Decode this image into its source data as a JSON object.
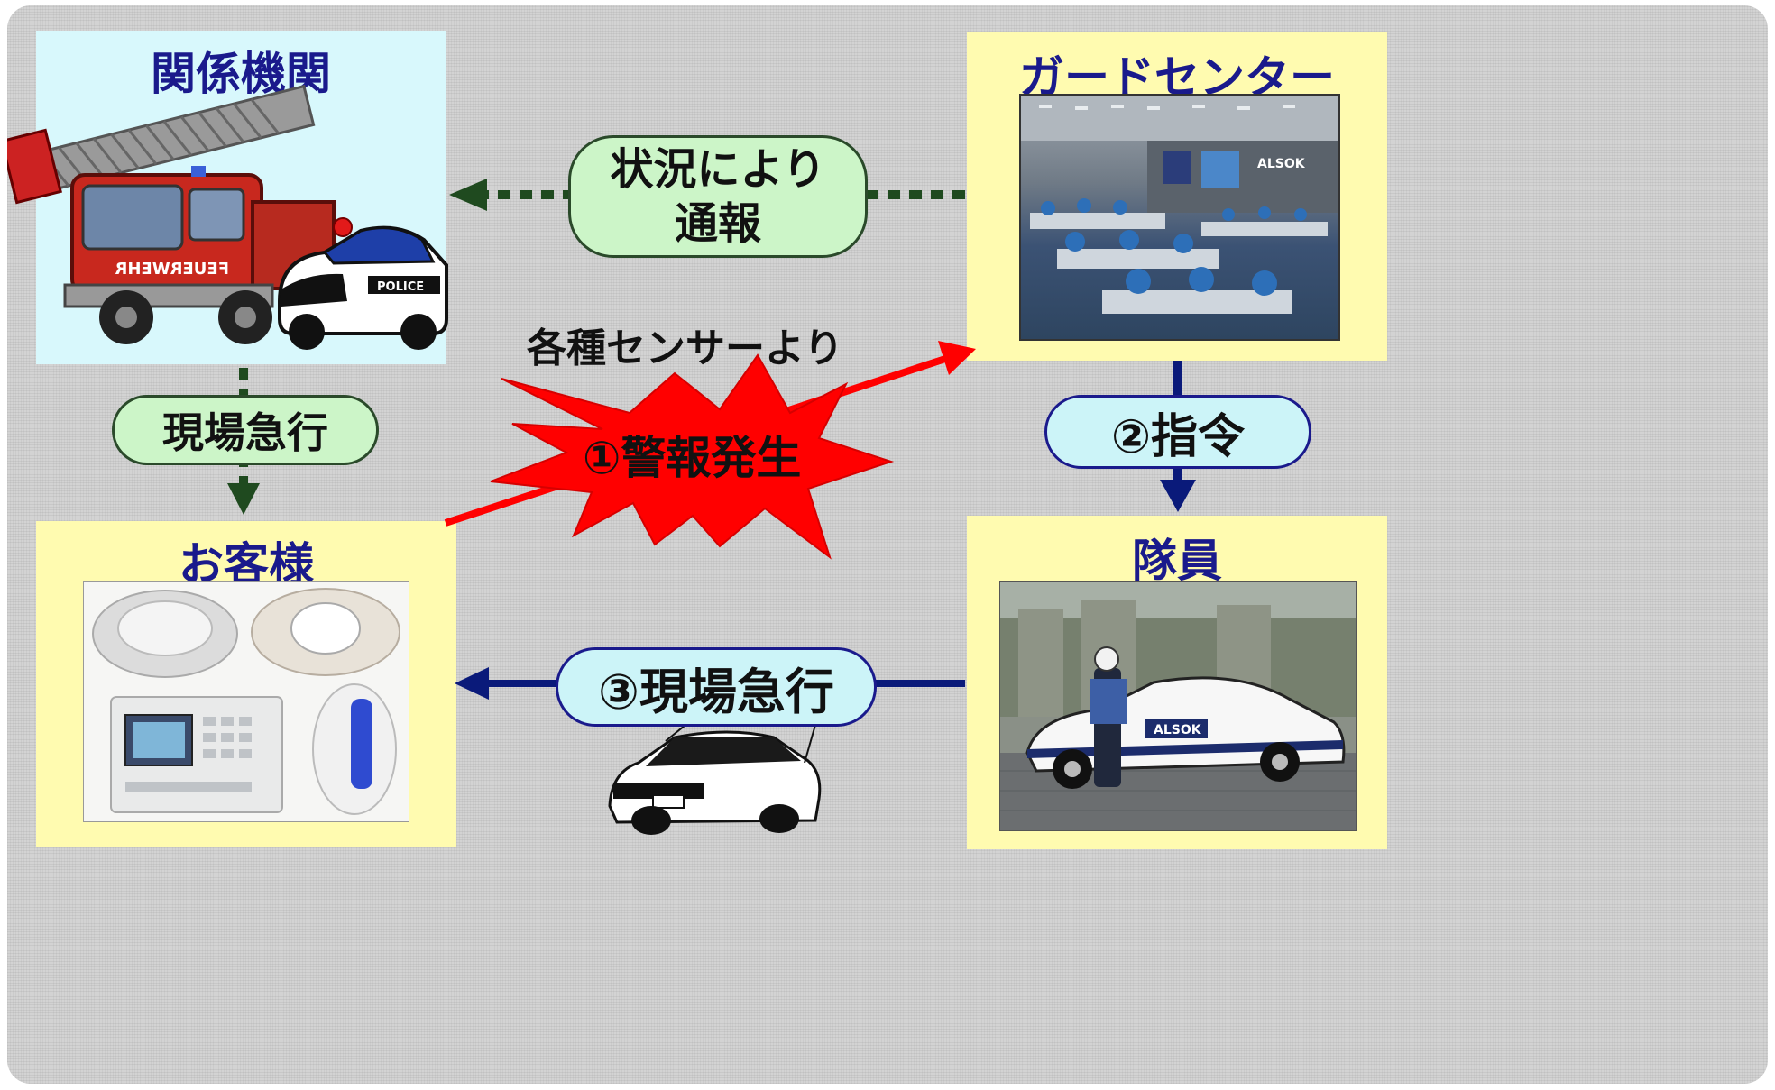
{
  "nodes": {
    "kankei_kikan": {
      "title": "関係機関"
    },
    "guard_center": {
      "title": "ガードセンター"
    },
    "okyakusama": {
      "title": "お客様"
    },
    "taiin": {
      "title": "隊員"
    }
  },
  "labels": {
    "notify": [
      "状況により",
      "通報"
    ],
    "rush_related": "現場急行",
    "sensor": "各種センサーより",
    "alarm": "①警報発生",
    "command": "②指令",
    "rush_guard": "③現場急行"
  },
  "images": {
    "fire_truck_text": "FEUERWEHR",
    "police_text": "POLICE",
    "alsok_logo": "ALSOK"
  },
  "colors": {
    "frame_bg": "#d3d3d3",
    "title_blue": "#1a1a8c",
    "light_yellow": "#fffbb0",
    "light_cyan": "#d8f8fc",
    "green_pill": "#ccf5c8",
    "blue_pill": "#ccf4f8",
    "dotted_green": "#1f4a1f",
    "navy_arrow": "#0a1a7a",
    "alarm_red": "#ff0000"
  }
}
